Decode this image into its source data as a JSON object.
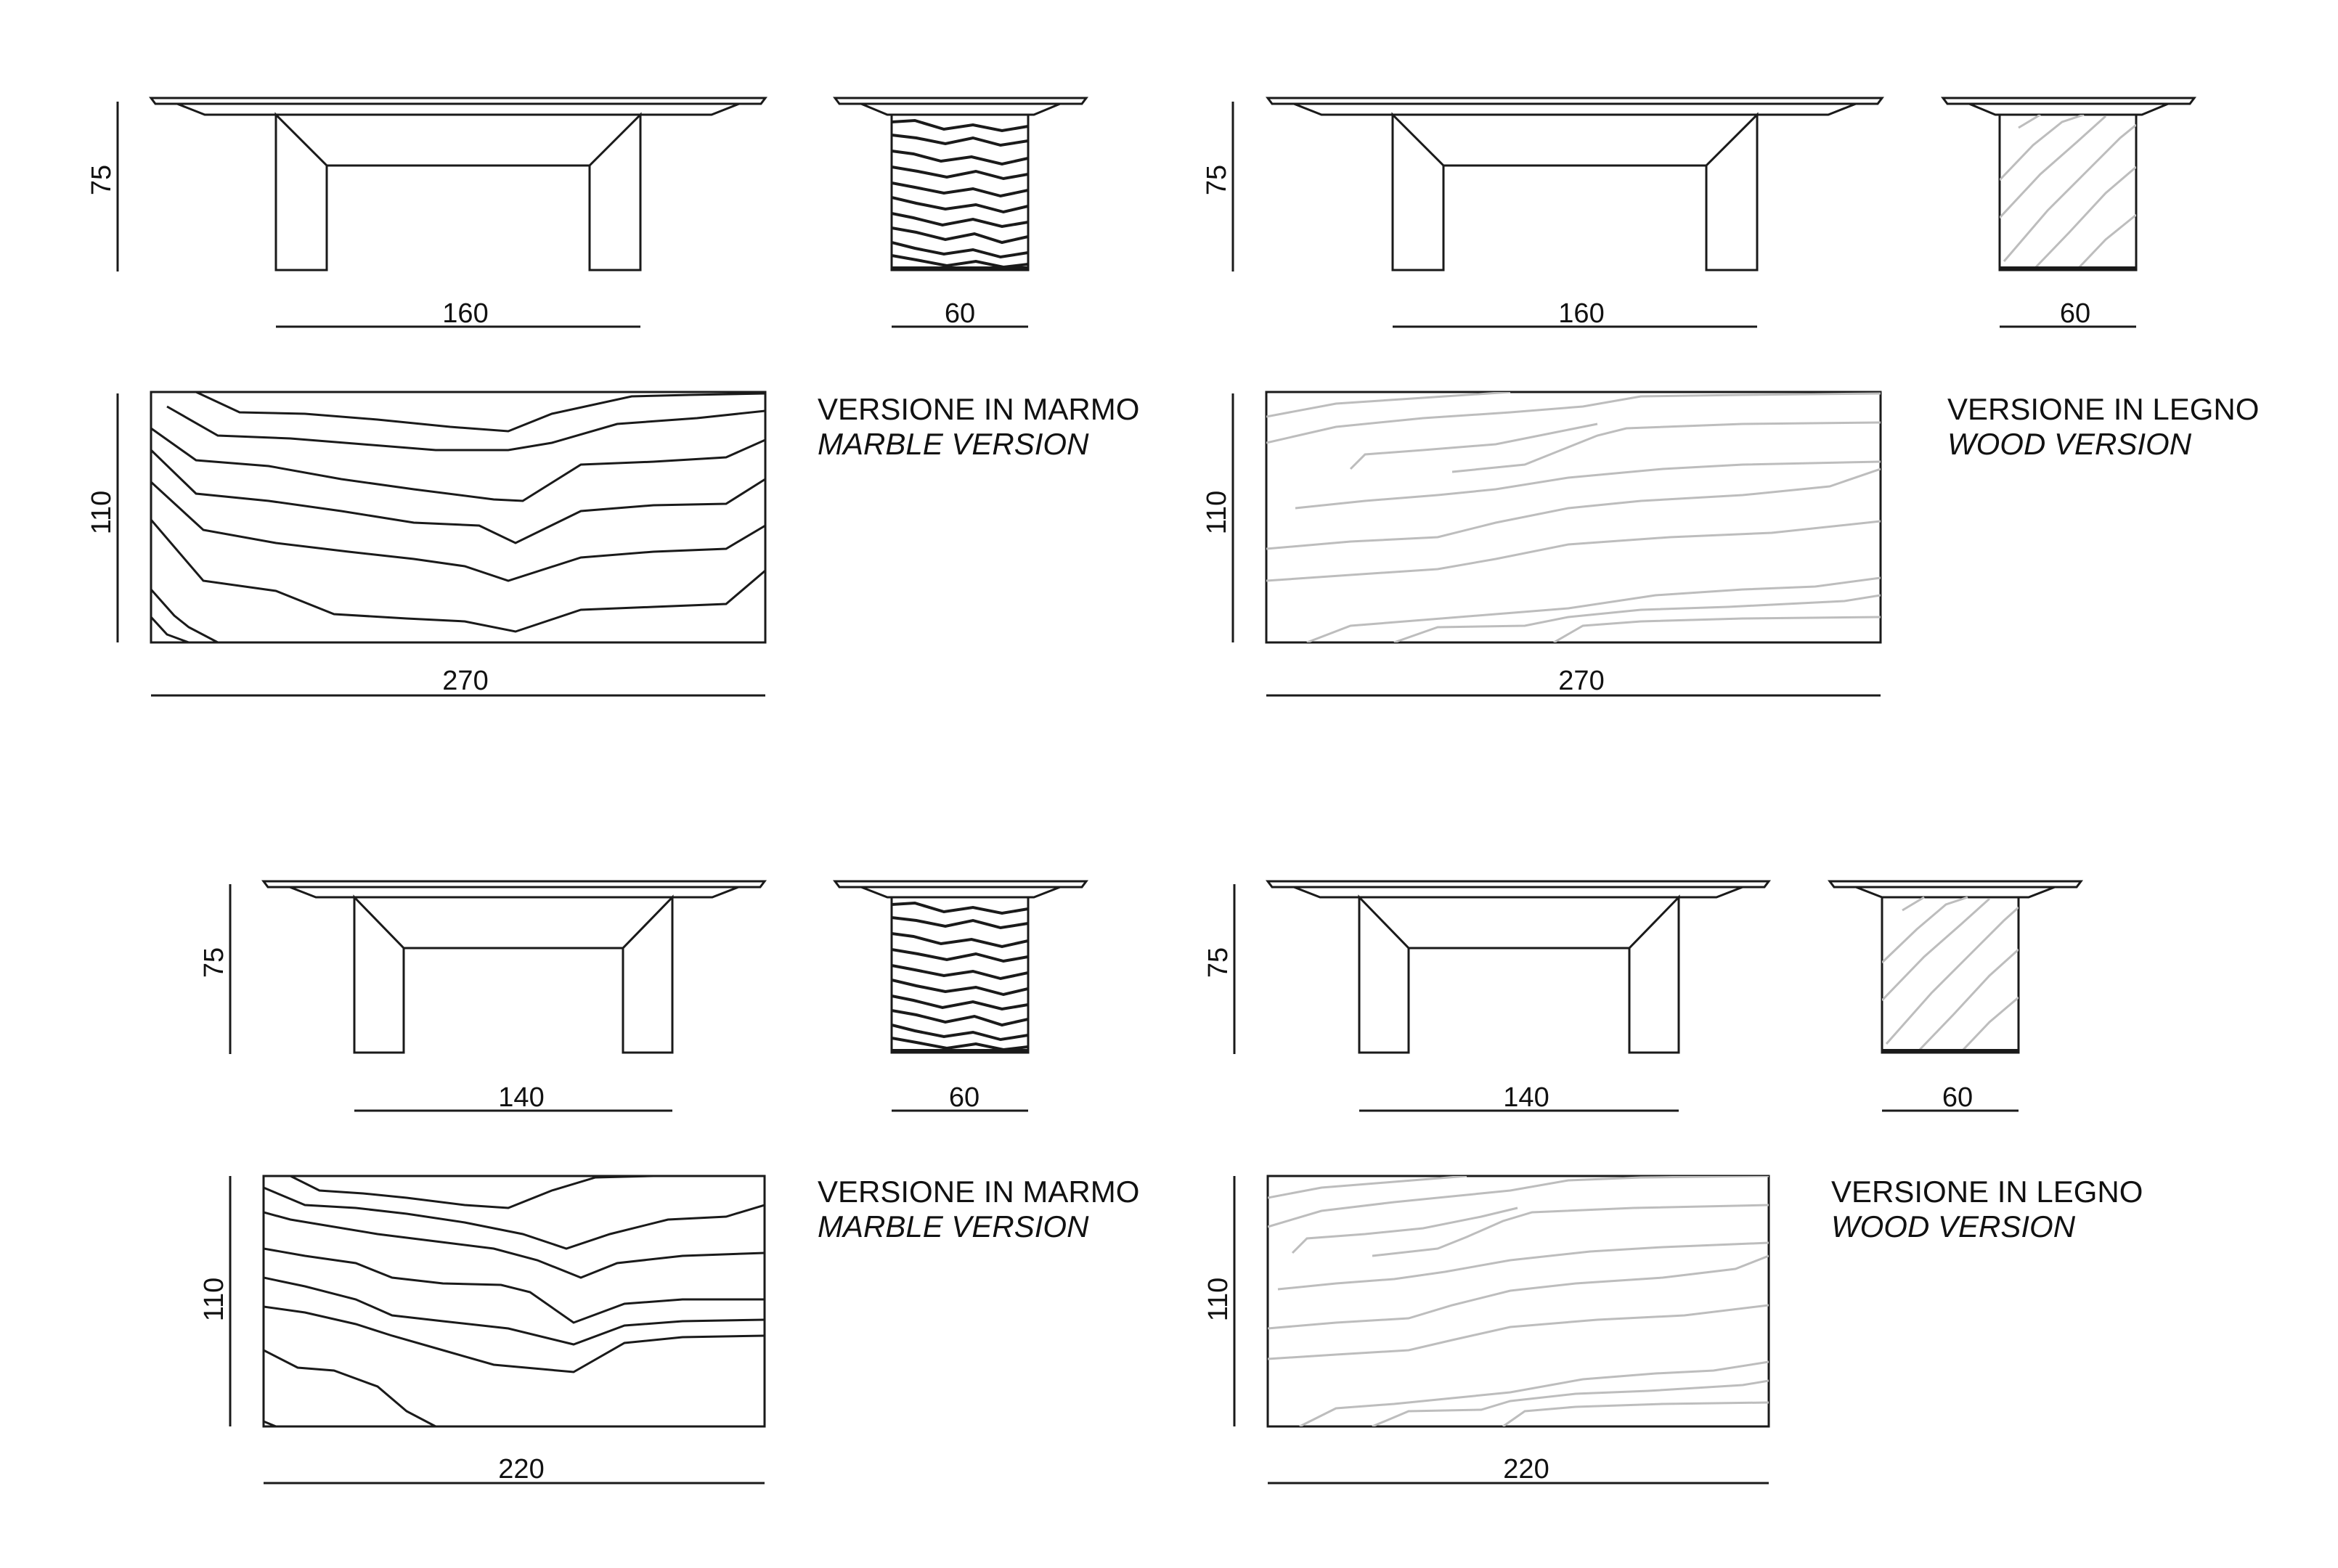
{
  "colors": {
    "line": "#1a1a1a",
    "wood_grain": "#bdbdbd",
    "background": "#ffffff"
  },
  "variants": [
    {
      "id": "marble-160",
      "material": "marble",
      "front_width": "160",
      "side_depth": "60",
      "height": "75",
      "top_length": "270",
      "top_depth": "110",
      "caption_it": "VERSIONE IN MARMO",
      "caption_en": "MARBLE VERSION"
    },
    {
      "id": "wood-160",
      "material": "wood",
      "front_width": "160",
      "side_depth": "60",
      "height": "75",
      "top_length": "270",
      "top_depth": "110",
      "caption_it": "VERSIONE IN LEGNO",
      "caption_en": "WOOD VERSION"
    },
    {
      "id": "marble-140",
      "material": "marble",
      "front_width": "140",
      "side_depth": "60",
      "height": "75",
      "top_length": "220",
      "top_depth": "110",
      "caption_it": "VERSIONE IN MARMO",
      "caption_en": "MARBLE VERSION"
    },
    {
      "id": "wood-140",
      "material": "wood",
      "front_width": "140",
      "side_depth": "60",
      "height": "75",
      "top_length": "220",
      "top_depth": "110",
      "caption_it": "VERSIONE IN LEGNO",
      "caption_en": "WOOD VERSION"
    }
  ]
}
